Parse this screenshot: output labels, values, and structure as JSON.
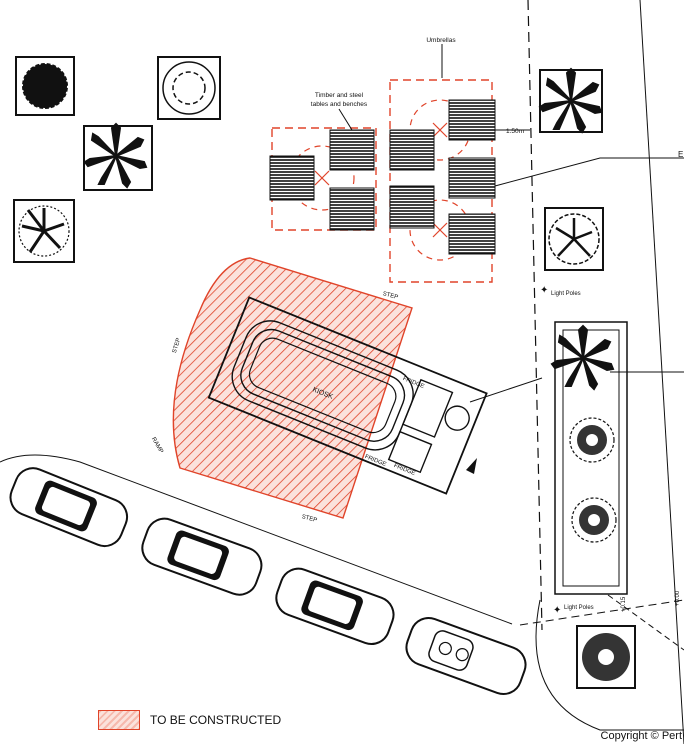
{
  "labels": {
    "umbrellas": "Umbrellas",
    "timber_line1": "Timber and steel",
    "timber_line2": "tables and benches",
    "dimension": "1.50m",
    "edge_label": "E",
    "light_poles_top": "Light Poles",
    "light_poles_bottom": "Light Poles",
    "kiosk": "KIOSK",
    "fridge_1": "FRIDGE",
    "fridge_2": "FRIDGE",
    "fridge_3": "FRIDGE",
    "step_top": "STEP",
    "step_left": "STEP",
    "step_bottom": "STEP",
    "ramp": "RAMP",
    "level_1": "+0.15",
    "level_2": "+0.00"
  },
  "legend": {
    "to_be_constructed": "TO BE CONSTRUCTED"
  },
  "footer": {
    "copyright": "Copyright ©   Pert"
  },
  "colors": {
    "construct": "#e0442a",
    "hatch_bg": "#fbe2dc",
    "line": "#111111"
  }
}
